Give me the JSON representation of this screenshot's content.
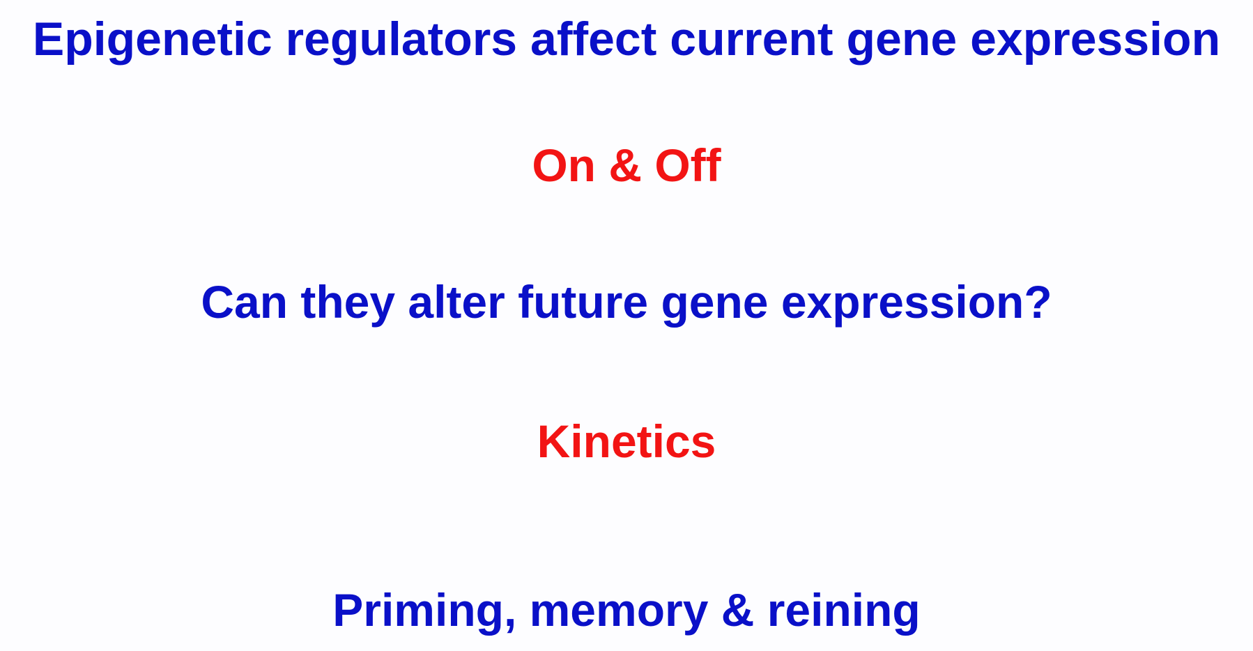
{
  "slide": {
    "lines": [
      {
        "text": "Epigenetic regulators affect current gene expression",
        "color": "#0a10c8"
      },
      {
        "text": "On & Off",
        "color": "#f21414"
      },
      {
        "text": "Can they alter future gene expression?",
        "color": "#0a10c8"
      },
      {
        "text": "Kinetics",
        "color": "#f21414"
      },
      {
        "text": "Priming, memory & reining",
        "color": "#0a10c8"
      }
    ]
  }
}
